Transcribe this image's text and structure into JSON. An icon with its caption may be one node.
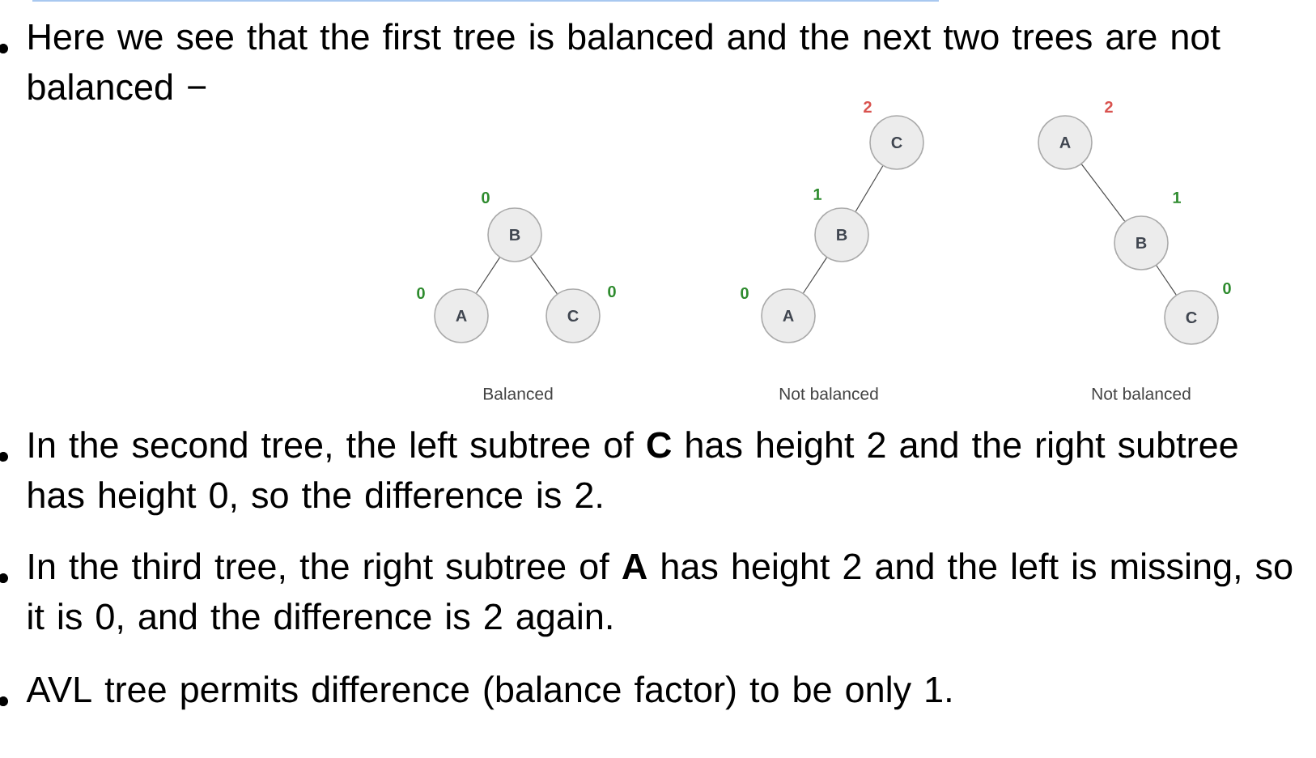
{
  "diagram": {
    "nodes": [
      {
        "text": [
          "B"
        ],
        "beside": [
          "0"
        ]
      },
      {
        "text": [
          "A"
        ],
        "beside": [
          "0"
        ]
      },
      {
        "text": [
          "C"
        ],
        "beside": [
          "0"
        ]
      },
      {
        "text": [
          "C"
        ],
        "beside": [
          "2"
        ]
      },
      {
        "text": [
          "B"
        ],
        "beside": [
          "1"
        ]
      },
      {
        "text": [
          "A"
        ],
        "beside": [
          "0"
        ]
      },
      {
        "text": [
          "A"
        ],
        "beside": [
          "2"
        ]
      },
      {
        "text": [
          "B"
        ],
        "beside": [
          "1"
        ]
      },
      {
        "text": [
          "C"
        ],
        "beside": [
          "0"
        ]
      }
    ],
    "edges": [
      {
        "from": 0,
        "to": 1,
        "arrow": "none"
      },
      {
        "from": 0,
        "to": 2,
        "arrow": "none"
      },
      {
        "from": 3,
        "to": 4,
        "arrow": "none"
      },
      {
        "from": 4,
        "to": 5,
        "arrow": "none"
      },
      {
        "from": 6,
        "to": 7,
        "arrow": "none"
      },
      {
        "from": 7,
        "to": 8,
        "arrow": "none"
      }
    ],
    "labels": [
      "Here we see that the first tree is balanced and the next two trees are not balanced −",
      "Balanced",
      "Not balanced",
      "Not balanced",
      "In the second tree, the left subtree of **C** has height 2 and the right subtree has height 0, so the difference is 2.",
      "In the third tree, the right subtree of **A** has height 2 and the left is missing, so it is 0, and the difference is 2 again.",
      "AVL tree permits difference (balance factor) to be only 1."
    ]
  }
}
